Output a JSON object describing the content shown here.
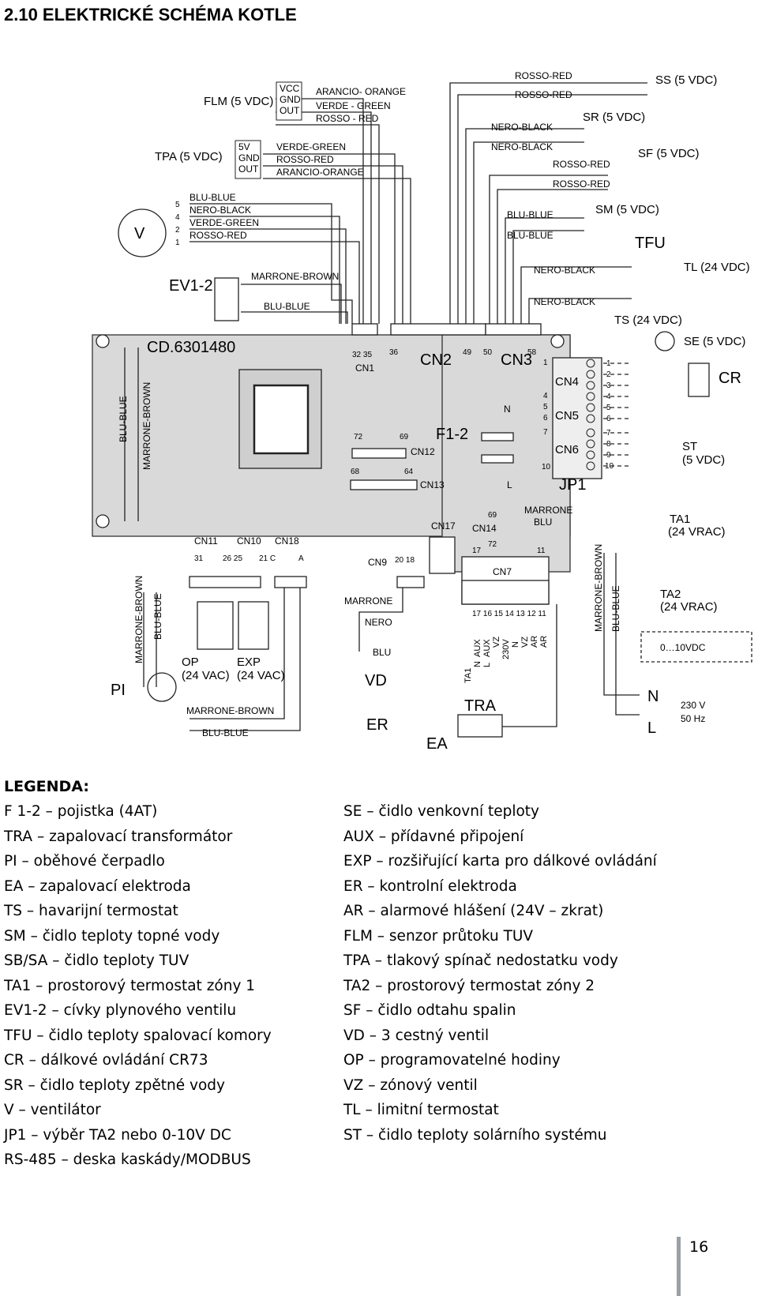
{
  "heading": "2.10 ELEKTRICKÉ SCHÉMA KOTLE",
  "diagram": {
    "board_code": "CD.6301480",
    "components": {
      "flm": "FLM (5 VDC)",
      "tpa": "TPA (5 VDC)",
      "ss": "SS (5 VDC)",
      "sr": "SR (5 VDC)",
      "sf": "SF (5 VDC)",
      "sm": "SM (5 VDC)",
      "tfu": "TFU",
      "tl": "TL (24 VDC)",
      "ts": "TS (24 VDC)",
      "se": "SE (5 VDC)",
      "cr": "CR",
      "st_line1": "ST",
      "st_line2": "(5 VDC)",
      "ta1_line1": "TA1",
      "ta1_line2": "(24 VRAC)",
      "ta2_line1": "TA2",
      "ta2_line2": "(24 VRAC)",
      "analog": "0…10VDC",
      "mains_n": "N",
      "mains_l": "L",
      "mains_v": "230 V",
      "mains_hz": "50 Hz",
      "tra": "TRA",
      "er": "ER",
      "ea": "EA",
      "vd": "VD",
      "pi": "PI",
      "v": "V",
      "ev": "EV1-2",
      "op": "OP",
      "op_v": "(24 VAC)",
      "exp": "EXP",
      "exp_v": "(24 VAC)",
      "fuse": "F1-2",
      "jp1": "JP1",
      "n_pin": "N",
      "l_pin": "L"
    },
    "connectors": {
      "cn1": "CN1",
      "cn2": "CN2",
      "cn3": "CN3",
      "cn4": "CN4",
      "cn5": "CN5",
      "cn6": "CN6",
      "cn7": "CN7",
      "cn9": "CN9",
      "cn10": "CN10",
      "cn11": "CN11",
      "cn12": "CN12",
      "cn13": "CN13",
      "cn14": "CN14",
      "cn17": "CN17",
      "cn18": "CN18"
    },
    "pins": {
      "p32_35": "32 35",
      "p36": "36",
      "p49": "49",
      "p50": "50",
      "p58": "58",
      "p72": "72",
      "p69": "69",
      "p68": "68",
      "p64": "64",
      "p31": "31",
      "p26_25": "26 25",
      "p21c": "21 C",
      "pa": "A",
      "p20_18": "20 18",
      "p69b": "69",
      "p72b": "72",
      "p17": "17",
      "p11": "11",
      "p1": "1",
      "p4": "4",
      "p5": "5",
      "p6": "6",
      "p7": "7",
      "p10": "10",
      "cn7_pins": "17 16 15 14 13 12 11",
      "cn7_funcs": [
        "N",
        "L",
        "AUX",
        "AUX",
        "VZ",
        "230V",
        "N",
        "VZ",
        "AR",
        "AR"
      ],
      "ta1_pin": "TA1"
    },
    "terminal_numbers": [
      "1",
      "2",
      "3",
      "4",
      "5",
      "6",
      "7",
      "8",
      "9",
      "10"
    ],
    "fan_pins": [
      "5",
      "4",
      "2",
      "1"
    ],
    "flm_pins": [
      "VCC",
      "GND",
      "OUT"
    ],
    "tpa_pins": [
      "5V",
      "GND",
      "OUT"
    ],
    "wires": {
      "flm": [
        "ARANCIO- ORANGE",
        "VERDE - GREEN",
        "ROSSO - RED"
      ],
      "tpa": [
        "VERDE-GREEN",
        "ROSSO-RED",
        "ARANCIO-ORANGE"
      ],
      "fan": [
        "BLU-BLUE",
        "NERO-BLACK",
        "VERDE-GREEN",
        "ROSSO-RED"
      ],
      "ev": [
        "MARRONE-BROWN",
        "BLU-BLUE"
      ],
      "ss": [
        "ROSSO-RED",
        "ROSSO-RED"
      ],
      "sr": [
        "NERO-BLACK",
        "NERO-BLACK"
      ],
      "sf": [
        "ROSSO-RED",
        "ROSSO-RED"
      ],
      "sm": [
        "BLU-BLUE",
        "BLU-BLUE"
      ],
      "tl": [
        "NERO-BLACK",
        "NERO-BLACK"
      ],
      "left_vertical": [
        "BLU-BLUE",
        "MARRONE-BROWN"
      ],
      "pi_vertical": [
        "MARRONE-BROWN",
        "BLU-BLUE"
      ],
      "bottom": [
        "MARRONE-BROWN",
        "BLU-BLUE"
      ],
      "vd": [
        "MARRONE",
        "NERO",
        "BLU"
      ],
      "cn14": [
        "MARRONE",
        "BLU"
      ],
      "right_vertical": [
        "MARRONE-BROWN",
        "BLU-BLUE"
      ]
    }
  },
  "legend": {
    "title": "LEGENDA:",
    "left": [
      "F 1-2 – pojistka (4AT)",
      "TRA – zapalovací transformátor",
      "PI – oběhové čerpadlo",
      "EA – zapalovací elektroda",
      "TS – havarijní termostat",
      "SM  – čidlo teploty topné vody",
      "SB/SA – čidlo teploty TUV",
      "TA1 – prostorový termostat zóny 1",
      "EV1-2 – cívky plynového ventilu",
      "TFU – čidlo teploty spalovací komory",
      "CR – dálkové ovládání CR73",
      "SR – čidlo teploty zpětné vody",
      "V – ventilátor",
      "JP1 – výběr TA2 nebo 0-10V DC",
      "RS-485 – deska kaskády/MODBUS"
    ],
    "right": [
      "SE – čidlo venkovní teploty",
      "AUX – přídavné připojení",
      "EXP – rozšiřující karta pro dálkové ovládání",
      "ER – kontrolní elektroda",
      "AR – alarmové hlášení (24V – zkrat)",
      "FLM – senzor průtoku TUV",
      "TPA – tlakový spínač nedostatku vody",
      "TA2 – prostorový termostat zóny 2",
      "SF – čidlo odtahu spalin",
      "VD – 3 cestný ventil",
      "OP – programovatelné hodiny",
      "VZ – zónový ventil",
      "TL – limitní termostat",
      "ST – čidlo teploty solárního systému"
    ]
  },
  "page_number": "16"
}
